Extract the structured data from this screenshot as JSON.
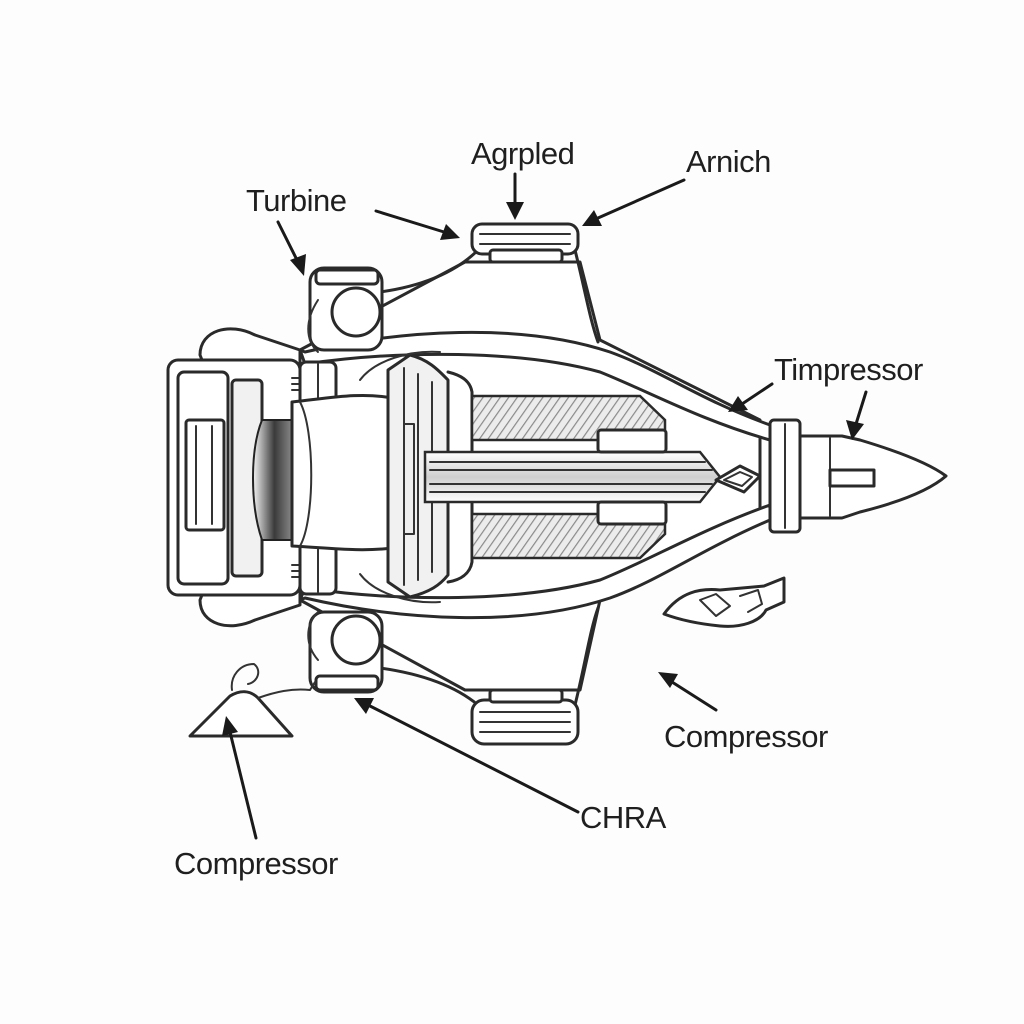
{
  "labels": {
    "turbine": "Turbine",
    "agrpled": "Agrpled",
    "arnich": "Arnich",
    "timpressor": "Timpressor",
    "compressor_right": "Compressor",
    "chra": "CHRA",
    "compressor_bottom": "Compressor"
  },
  "colors": {
    "line": "#2a2a2a",
    "background": "#fdfdfd",
    "text": "#1f1f1f",
    "hatch": "#9a9a9a"
  }
}
